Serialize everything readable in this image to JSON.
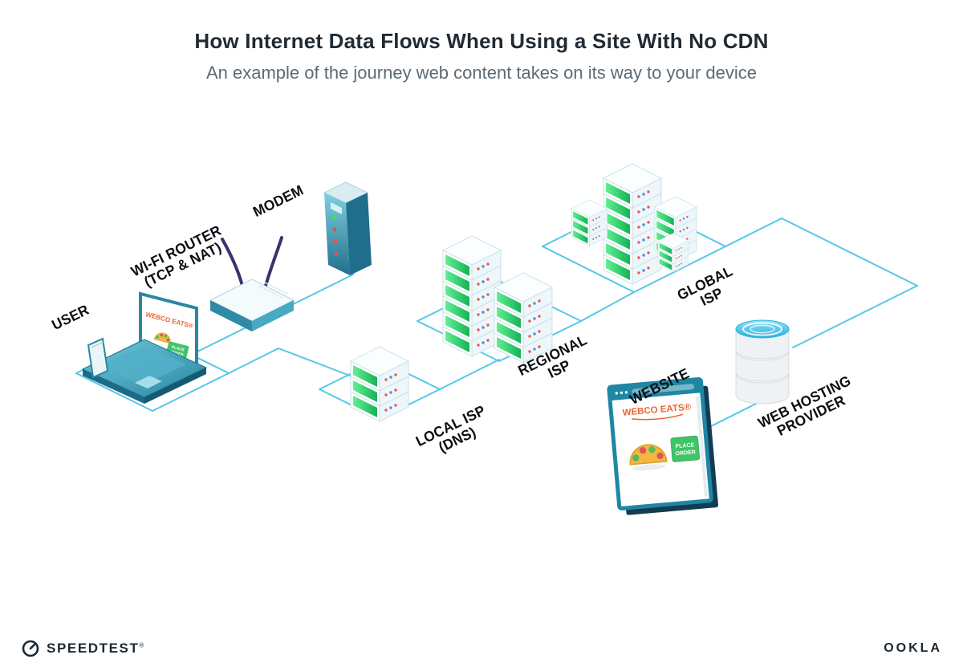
{
  "header": {
    "title": "How Internet Data Flows When Using a Site With No CDN",
    "subtitle": "An example of the journey web content takes on its way to your device"
  },
  "labels": {
    "user": "USER",
    "wifi_router": {
      "line1": "WI-FI ROUTER",
      "line2": "(TCP & NAT)"
    },
    "modem": "MODEM",
    "local_isp": {
      "line1": "LOCAL ISP",
      "line2": "(DNS)"
    },
    "regional_isp": {
      "line1": "REGIONAL",
      "line2": "ISP"
    },
    "global_isp": {
      "line1": "GLOBAL",
      "line2": "ISP"
    },
    "website": "WEBSITE",
    "web_hosting": {
      "line1": "WEB HOSTING",
      "line2": "PROVIDER"
    }
  },
  "screen": {
    "brand": "WEBCO EATS®",
    "order_line1": "PLACE",
    "order_line2": "ORDER"
  },
  "footer": {
    "speedtest": "SPEEDTEST",
    "speedtest_mark": "®",
    "ookla": "OOKLA"
  },
  "colors": {
    "connection_line": "#55c8e9",
    "device_teal": "#2f8aa6",
    "server_green": "#2ecc71",
    "brand_orange": "#ee6430",
    "text_dark": "#1b2731"
  }
}
